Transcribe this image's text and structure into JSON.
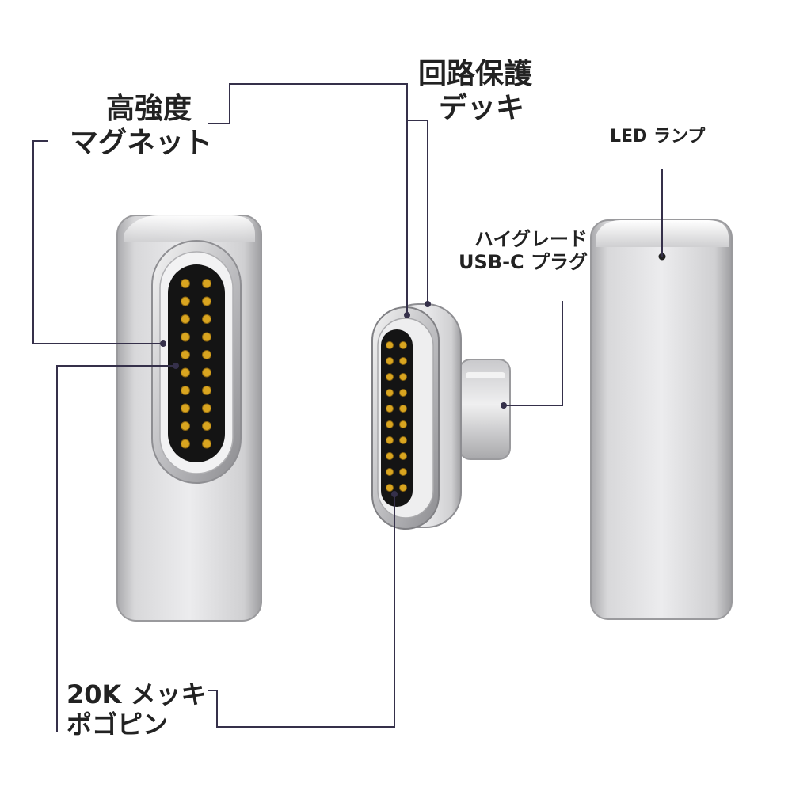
{
  "labels": {
    "magnet": {
      "line1": "高強度",
      "line2": "マグネット"
    },
    "deck": {
      "line1": "回路保護",
      "line2": "デッキ"
    },
    "led": {
      "text": "LED ランプ"
    },
    "plug": {
      "line1": "ハイグレード",
      "line2": "USB-C プラグ"
    },
    "pogo": {
      "line1": "20K メッキ",
      "line2": "ポゴピン"
    }
  },
  "colors": {
    "leader_line": "#35304a",
    "pin_gold": "#d9a520",
    "pin_bed": "#141414",
    "body_silver": "#d4d4d6",
    "label_text": "#222222"
  }
}
